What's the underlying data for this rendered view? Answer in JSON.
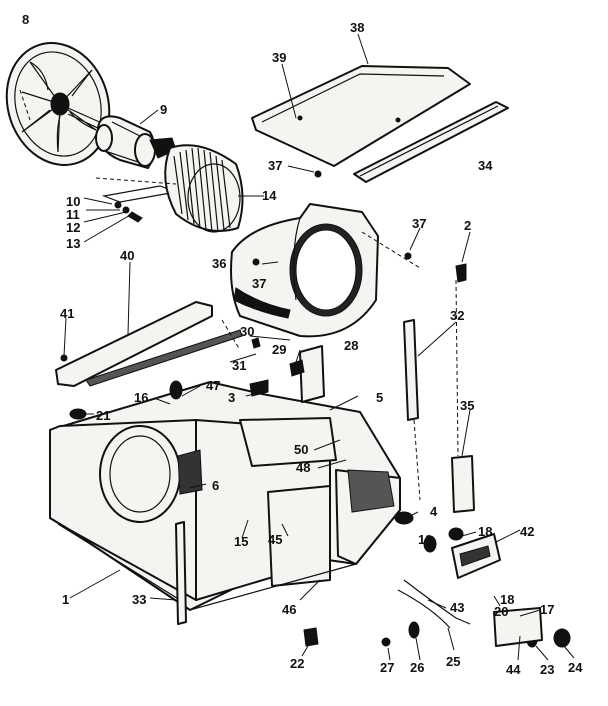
{
  "callouts": {
    "c1": "1",
    "c2": "2",
    "c3": "3",
    "c4": "4",
    "c5": "5",
    "c6": "6",
    "c8": "8",
    "c9": "9",
    "c10": "10",
    "c11": "11",
    "c12": "12",
    "c13": "13",
    "c14": "14",
    "c15": "15",
    "c16": "16",
    "c17": "17",
    "c18a": "18",
    "c18b": "18",
    "c19": "19",
    "c20": "20",
    "c21": "21",
    "c22": "22",
    "c23": "23",
    "c24": "24",
    "c25": "25",
    "c26": "26",
    "c27": "27",
    "c28": "28",
    "c29": "29",
    "c30": "30",
    "c31": "31",
    "c32": "32",
    "c33": "33",
    "c34": "34",
    "c35": "35",
    "c36": "36",
    "c37a": "37",
    "c37b": "37",
    "c37c": "37",
    "c38": "38",
    "c39": "39",
    "c40": "40",
    "c41": "41",
    "c42": "42",
    "c43": "43",
    "c44": "44",
    "c45": "45",
    "c46": "46",
    "c47": "47",
    "c48": "48",
    "c50": "50"
  }
}
